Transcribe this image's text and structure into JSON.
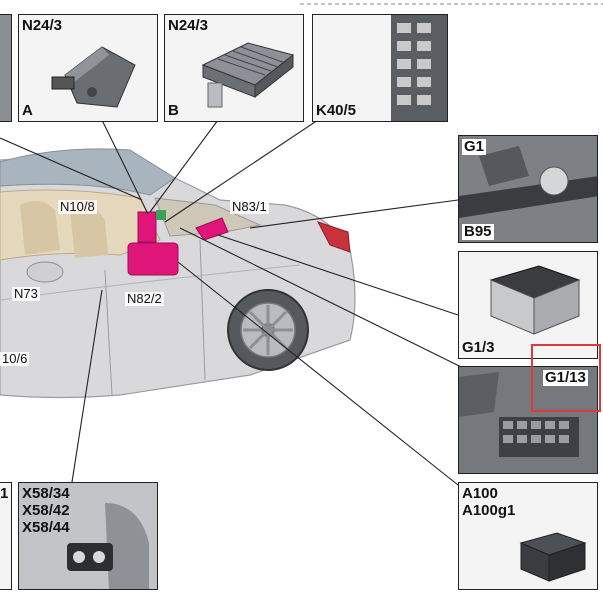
{
  "panels": {
    "n24_3_a": {
      "title": "N24/3",
      "sub": "A"
    },
    "n24_3_b": {
      "title": "N24/3",
      "sub": "B"
    },
    "k40_5": {
      "title": "K40/5"
    },
    "g1_b95": {
      "title": "G1",
      "sub": "B95"
    },
    "g1_3": {
      "title": "G1/3"
    },
    "g1_13": {
      "title": "G1/13"
    },
    "a100": {
      "title": "A100",
      "sub": "A100g1"
    },
    "x58": {
      "line1": "X58/34",
      "line2": "X58/42",
      "line3": "X58/44"
    },
    "left_edge": {
      "title": "1"
    }
  },
  "callouts": {
    "n10_8": "N10/8",
    "n83_1": "N83/1",
    "n73": "N73",
    "n82_2": "N82/2",
    "n10_6": "10/6"
  },
  "colors": {
    "component_magenta": "#e0157a",
    "component_green": "#3aa05a",
    "highlight_red": "#e0393b"
  }
}
